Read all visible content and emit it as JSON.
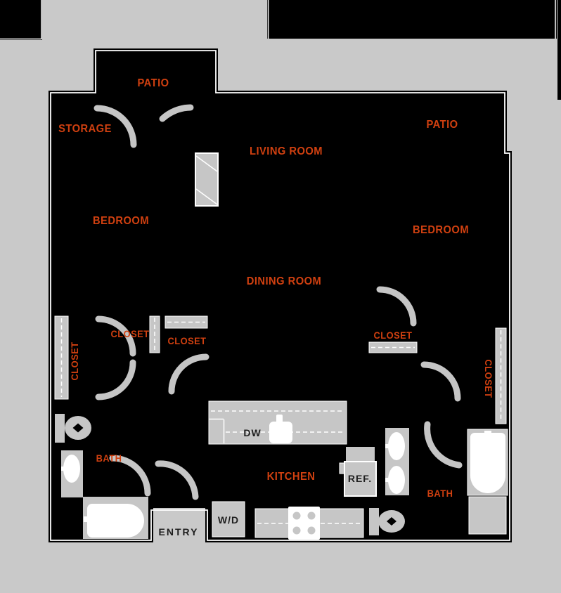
{
  "floorplan": {
    "colors": {
      "background": "#c9c9c9",
      "walls_fill": "#000000",
      "wall_inner_line": "#ffffff",
      "fixture_gray": "#c6c6c6",
      "room_label_color": "#d04010",
      "appliance_label_color": "#1f1f1f"
    },
    "labels": {
      "patio_left": "PATIO",
      "storage": "STORAGE",
      "living_room": "LIVING ROOM",
      "patio_right": "PATIO",
      "bedroom_left": "BEDROOM",
      "bedroom_right": "BEDROOM",
      "dining_room": "DINING ROOM",
      "closet_rod_left": "CLOSET",
      "closet_left_a": "CLOSET",
      "closet_left_b": "CLOSET",
      "closet_right": "CLOSET",
      "closet_rod_right": "CLOSET",
      "bath_left": "BATH",
      "kitchen": "KITCHEN",
      "bath_right": "BATH",
      "dishwasher": "DW",
      "refrigerator": "REF.",
      "washer_dryer": "W/D",
      "entry": "ENTRY"
    },
    "icons": [
      "toilet-icon",
      "sink-icon",
      "bathtub-icon",
      "double-vanity-icon",
      "stove-icon",
      "kitchen-sink-icon",
      "door-swing-arc-icon",
      "closet-rod-icon",
      "wardrobe-icon"
    ]
  }
}
